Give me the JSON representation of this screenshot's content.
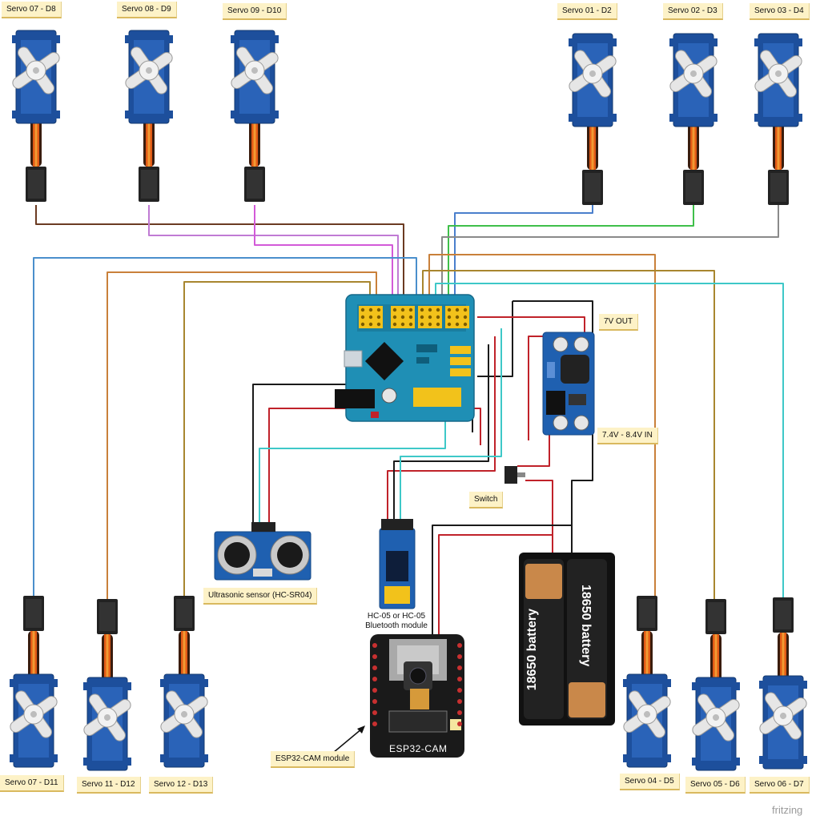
{
  "servos_top": [
    {
      "label": "Servo 07 - D8",
      "wire": "#6b3b22"
    },
    {
      "label": "Servo 08 - D9",
      "wire": "#c07bd4"
    },
    {
      "label": "Servo 09 - D10",
      "wire": "#d35ad8"
    },
    {
      "label": "Servo 01 - D2",
      "wire": "#4a7fcc"
    },
    {
      "label": "Servo 02 - D3",
      "wire": "#3fbf4a"
    },
    {
      "label": "Servo 03 - D4",
      "wire": "#8a8a8a"
    }
  ],
  "servos_bottom": [
    {
      "label": "Servo 07 - D11",
      "wire": "#4a8fcc"
    },
    {
      "label": "Servo 11 - D12",
      "wire": "#c9803a"
    },
    {
      "label": "Servo 12 - D13",
      "wire": "#a8862f"
    },
    {
      "label": "Servo 04 - D5",
      "wire": "#c9803a"
    },
    {
      "label": "Servo 05 - D6",
      "wire": "#a8862f"
    },
    {
      "label": "Servo 06 - D7",
      "wire": "#3ec8c8"
    }
  ],
  "labels": {
    "out": "7V OUT",
    "in": "7.4V - 8.4V IN",
    "switch": "Switch",
    "ultrasonic": "Ultrasonic sensor (HC-SR04)",
    "bluetooth_line1": "HC-05 or HC-05",
    "bluetooth_line2": "Bluetooth module",
    "esp32": "ESP32-CAM module",
    "esp32_chip": "ESP32-CAM",
    "battery1": "18650 battery",
    "battery2": "18650 battery",
    "brand": "fritzing"
  },
  "colors": {
    "board": "#1f8fb5",
    "header": "#f2c21b",
    "power_red": "#c0222a",
    "ground_black": "#1a1a1a"
  }
}
